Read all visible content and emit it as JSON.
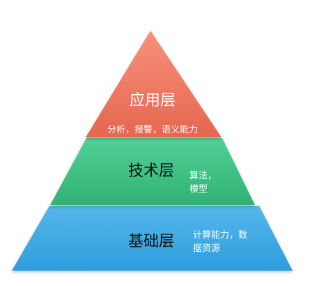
{
  "layers": [
    {
      "id": "application",
      "title": "应用层",
      "desc_lines": [
        "分析，报警，语义能力"
      ],
      "fill_top": "#f7917c",
      "fill_bottom": "#e5664f",
      "title_color": "#ffffff",
      "desc_color": "#ffffff"
    },
    {
      "id": "technology",
      "title": "技术层",
      "desc_lines": [
        "算法，",
        "模型"
      ],
      "fill_top": "#52d097",
      "fill_bottom": "#2fb274",
      "title_color": "#111111",
      "desc_color": "#ffffff"
    },
    {
      "id": "foundation",
      "title": "基础层",
      "desc_lines": [
        "计算能力，数",
        "据资源"
      ],
      "fill_top": "#55b6ea",
      "fill_bottom": "#2e9ddc",
      "title_color": "#111111",
      "desc_color": "#ffffff"
    }
  ]
}
